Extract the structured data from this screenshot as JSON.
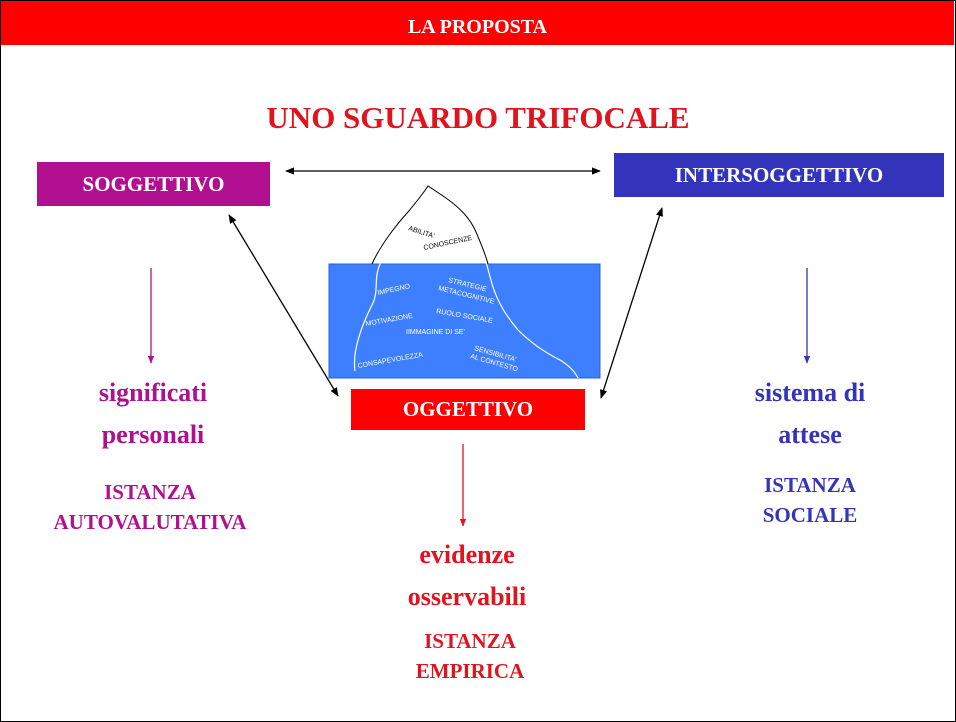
{
  "header": {
    "title": "LA PROPOSTA"
  },
  "main_title": "UNO SGUARDO TRIFOCALE",
  "boxes": {
    "soggettivo": "SOGGETTIVO",
    "intersoggettivo": "INTERSOGGETTIVO",
    "oggettivo": "OGGETTIVO"
  },
  "left": {
    "meaning": [
      "significati",
      "personali"
    ],
    "instance": [
      "ISTANZA",
      "AUTOVALUTATIVA"
    ]
  },
  "right": {
    "meaning": [
      "sistema di",
      "attese"
    ],
    "instance": [
      "ISTANZA",
      "SOCIALE"
    ]
  },
  "bottom": {
    "meaning": [
      "evidenze",
      "osservabili"
    ],
    "instance": [
      "ISTANZA",
      "EMPIRICA"
    ]
  },
  "iceberg": {
    "above_water": [
      "ABILITA'",
      "CONOSCENZE"
    ],
    "below_water": [
      "IMPEGNO",
      "STRATEGIE",
      "METACOGNITIVE",
      "MOTIVAZIONE",
      "RUOLO SOCIALE",
      "IIMMAGINE DI SE'",
      "CONSAPEVOLEZZA",
      "SENSIBILITA'",
      "AL CONTESTO"
    ]
  },
  "colors": {
    "red": "#ff0000",
    "magenta": "#b0108f",
    "blue": "#3333bb",
    "water": "#3d7fff"
  }
}
